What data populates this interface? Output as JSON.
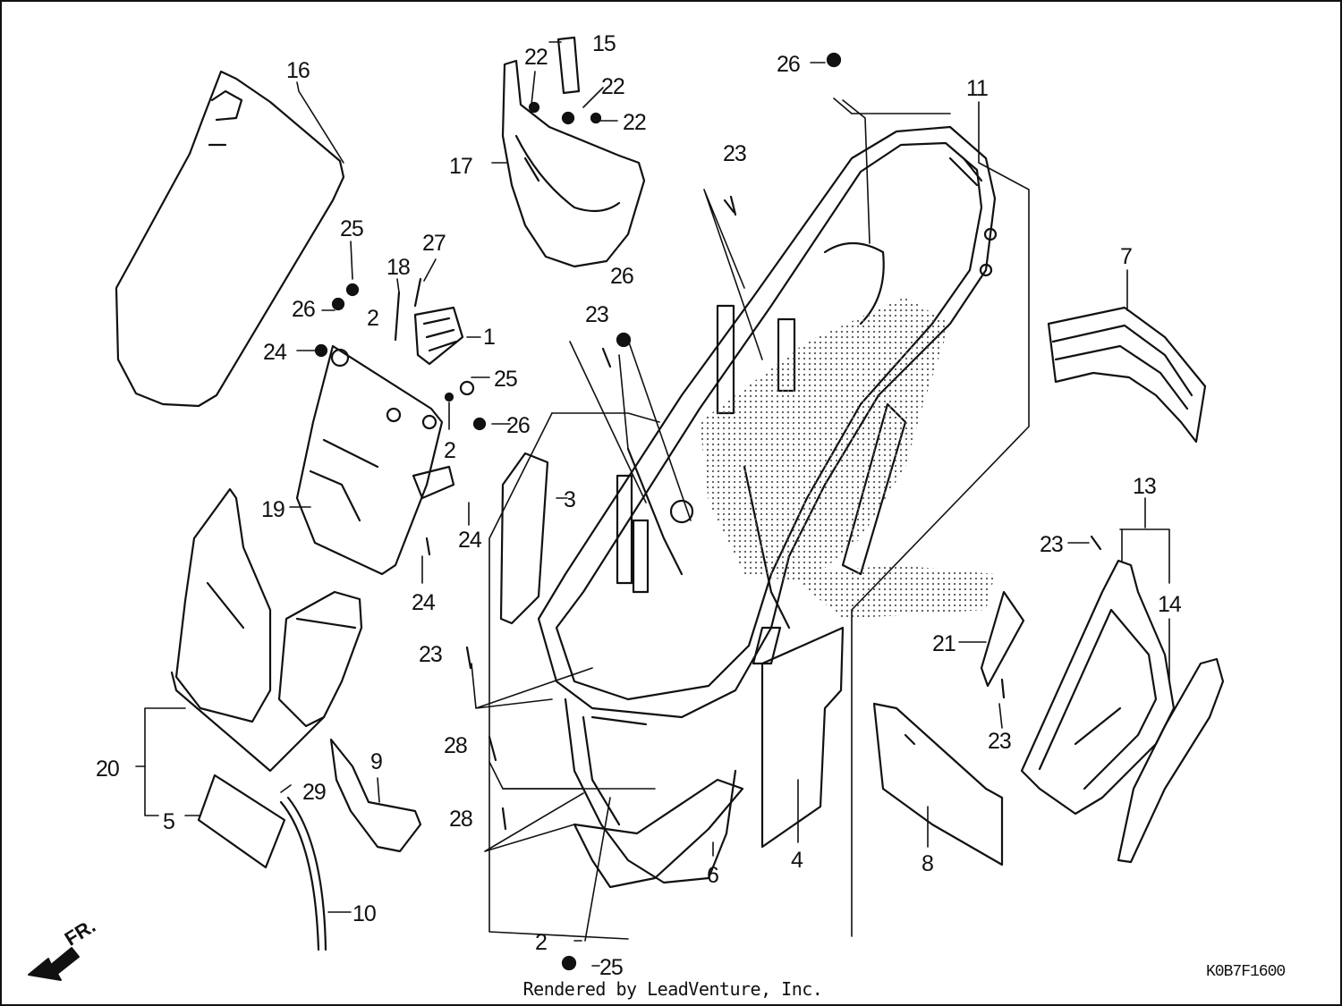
{
  "diagram": {
    "labels": {
      "l1": "1",
      "l2a": "2",
      "l2b": "2",
      "l2c": "2",
      "l3": "3",
      "l4": "4",
      "l5": "5",
      "l6": "6",
      "l7": "7",
      "l8": "8",
      "l9": "9",
      "l10": "10",
      "l11": "11",
      "l13": "13",
      "l14": "14",
      "l15": "15",
      "l16": "16",
      "l17": "17",
      "l18": "18",
      "l19": "19",
      "l20": "20",
      "l21": "21",
      "l22a": "22",
      "l22b": "22",
      "l22c": "22",
      "l23a": "23",
      "l23b": "23",
      "l23c": "23",
      "l23d": "23",
      "l23e": "23",
      "l24a": "24",
      "l24b": "24",
      "l24c": "24",
      "l25a": "25",
      "l25b": "25",
      "l25c": "25",
      "l26a": "26",
      "l26b": "26",
      "l26c": "26",
      "l26d": "26",
      "l27": "27",
      "l28a": "28",
      "l28b": "28",
      "l29": "29"
    },
    "direction_label": "FR.",
    "diagram_code": "K0B7F1600",
    "footer": "Rendered by LeadVenture, Inc."
  },
  "colors": {
    "ink": "#111111",
    "background": "#ffffff"
  }
}
